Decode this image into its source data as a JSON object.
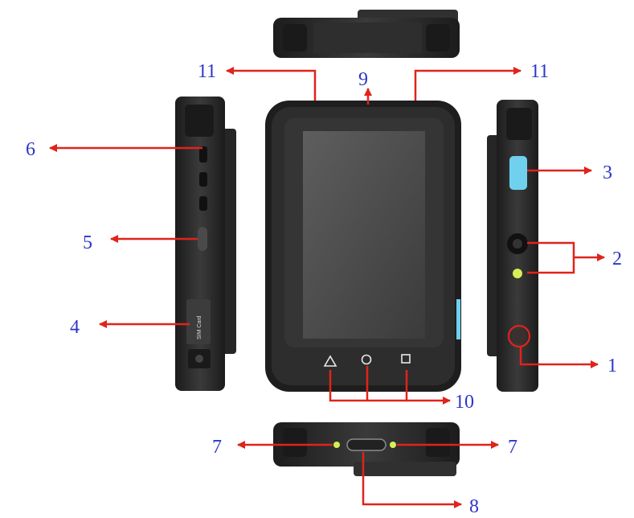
{
  "callouts": {
    "n1": "1",
    "n2": "2",
    "n3": "3",
    "n4": "4",
    "n5": "5",
    "n6": "6",
    "n7_left": "7",
    "n7_right": "7",
    "n8": "8",
    "n9": "9",
    "n10": "10",
    "n11_left": "11",
    "n11_right": "11"
  },
  "device_text": {
    "sim_card": "SIM Card"
  },
  "colors": {
    "callout_text": "#2b35c9",
    "arrow": "#e0231b",
    "device_body": "#2a2a2a",
    "screen": "#4a4a4a",
    "accent_blue": "#6fd1ee",
    "led": "#d9ee55"
  }
}
